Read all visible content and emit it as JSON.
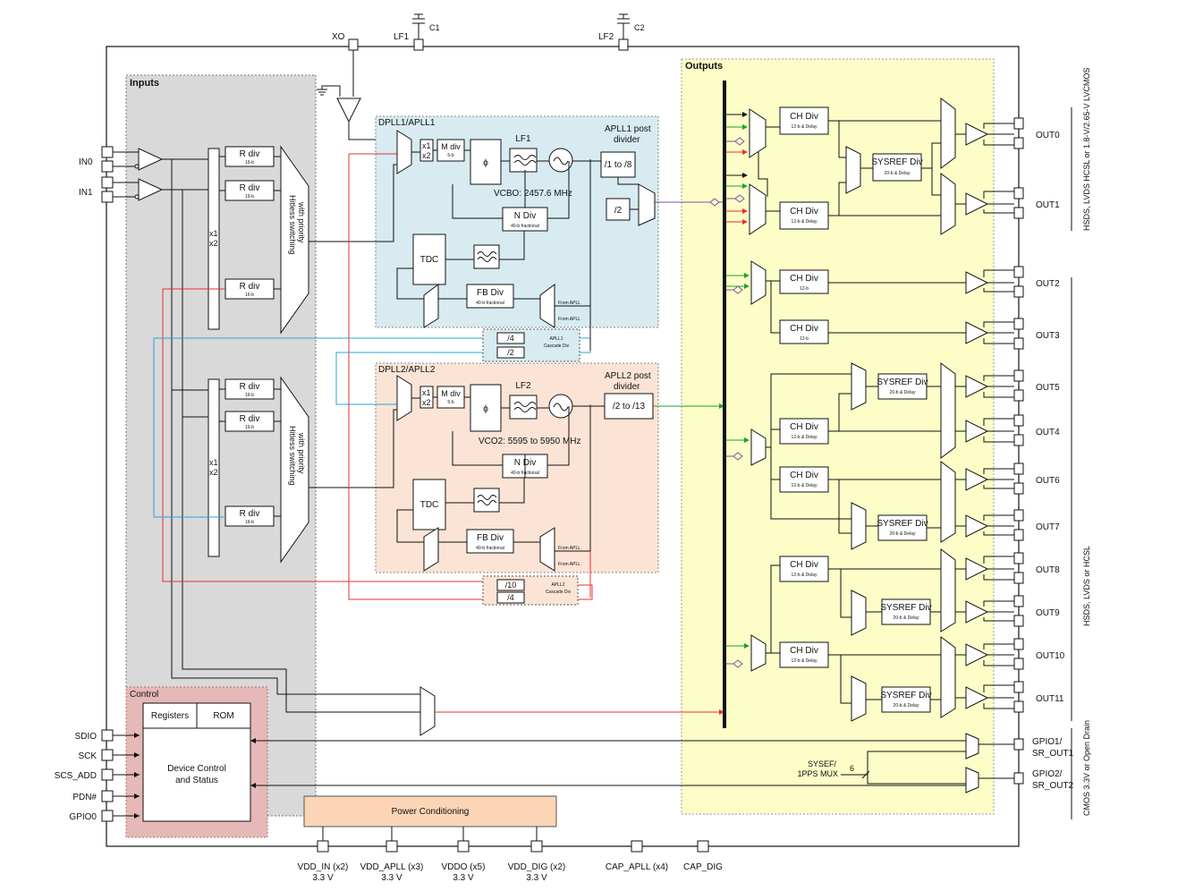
{
  "inputs_region": {
    "label": "Inputs"
  },
  "outputs_region": {
    "label": "Outputs"
  },
  "control_region": {
    "label": "Control",
    "registers": "Registers",
    "rom": "ROM",
    "device_control_line1": "Device Control",
    "device_control_line2": "and Status"
  },
  "power": {
    "label": "Power Conditioning"
  },
  "top_pins": {
    "xo": "XO",
    "lf1": "LF1",
    "c1": "C1",
    "lf2": "LF2",
    "c2": "C2"
  },
  "input_pins": {
    "in0": "IN0",
    "in1": "IN1"
  },
  "control_pins": [
    "SDIO",
    "SCK",
    "SCS_ADD",
    "PDN#",
    "GPIO0"
  ],
  "bottom_pins": [
    {
      "line1": "VDD_IN (x2)",
      "line2": "3.3 V"
    },
    {
      "line1": "VDD_APLL (x3)",
      "line2": "3.3 V"
    },
    {
      "line1": "VDDO (x5)",
      "line2": "3.3 V"
    },
    {
      "line1": "VDD_DIG (x2)",
      "line2": "3.3 V"
    },
    {
      "line1": "CAP_APLL (x4)",
      "line2": ""
    },
    {
      "line1": "CAP_DIG",
      "line2": ""
    }
  ],
  "rdiv": {
    "label": "R div",
    "sub": "16-b"
  },
  "mult": {
    "x1": "x1",
    "x2": "x2"
  },
  "hitless": {
    "line1": "Hitless switching",
    "line2": "with priority"
  },
  "pll1": {
    "title": "DPLL1/APLL1",
    "mdiv": "M div",
    "mdiv_sub": "5-b",
    "phi": "ϕ",
    "lf": "LF1",
    "vco": "VCBO: 2457.6 MHz",
    "ndiv": "N Div",
    "ndiv_sub": "40-b fractional",
    "tdc": "TDC",
    "fbdiv": "FB Div",
    "fbdiv_sub": "40-b fractional",
    "post_line1": "APLL1 post",
    "post_line2": "divider",
    "post_div1": "/1 to /8",
    "post_div2": "/2",
    "from_a": "From APLL",
    "from_b": "From APLL",
    "cascade_a": "/4",
    "cascade_b": "/2",
    "cascade_line1": "APLL1",
    "cascade_line2": "Cascade Div"
  },
  "pll2": {
    "title": "DPLL2/APLL2",
    "mdiv": "M div",
    "mdiv_sub": "5-b",
    "phi": "ϕ",
    "lf": "LF2",
    "vco": "VCO2: 5595 to 5950 MHz",
    "ndiv": "N Div",
    "ndiv_sub": "40-b fractional",
    "tdc": "TDC",
    "fbdiv": "FB Div",
    "fbdiv_sub": "40-b fractional",
    "post_line1": "APLL2 post",
    "post_line2": "divider",
    "post_div": "/2 to /13",
    "from_a": "From APLL",
    "from_b": "From APLL",
    "cascade_a": "/10",
    "cascade_b": "/4",
    "cascade_line1": "APLL2",
    "cascade_line2": "Cascade Div"
  },
  "chdiv": {
    "label": "CH Div",
    "sub_delay": "12-b & Delay",
    "sub_plain": "12-b"
  },
  "sysref": {
    "label": "SYSREF Div",
    "sub": "20-b & Delay"
  },
  "outputs": [
    "OUT0",
    "OUT1",
    "OUT2",
    "OUT3",
    "OUT5",
    "OUT4",
    "OUT6",
    "OUT7",
    "OUT8",
    "OUT9",
    "OUT10",
    "OUT11"
  ],
  "gpio_out": [
    {
      "line1": "GPIO1/",
      "line2": "SR_OUT1"
    },
    {
      "line1": "GPIO2/",
      "line2": "SR_OUT2"
    }
  ],
  "sysref_mux": {
    "line1": "SYSEF/",
    "line2": "1PPS MUX",
    "bus_width": "6"
  },
  "side_labels": {
    "group1": "HSDS, LVDS HCSL or 1.8-V/2.65-V LVCMOS",
    "group2": "HSDS, LVDS or HCSL",
    "group3": "CMOS 3.3V or Open Drain"
  }
}
